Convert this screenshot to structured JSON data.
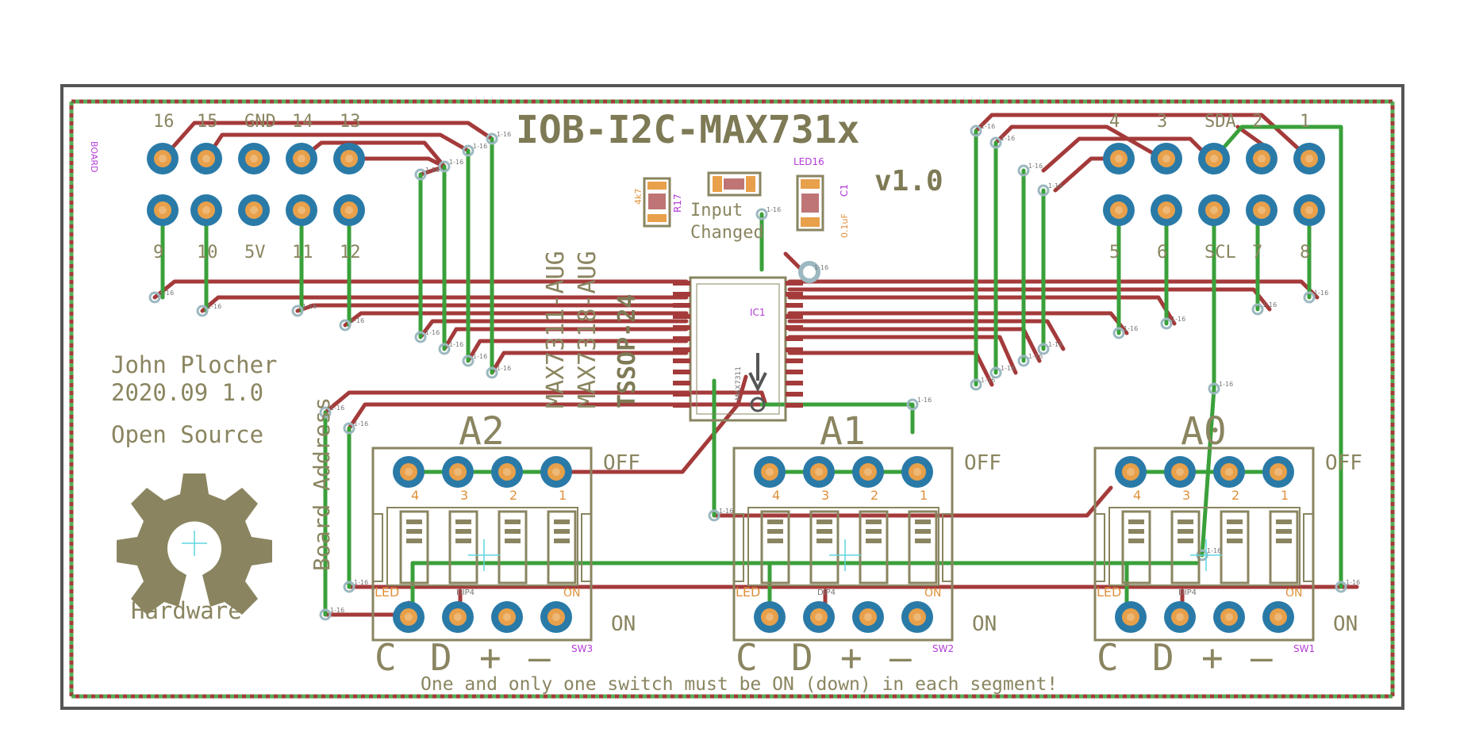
{
  "board": {
    "title": "IOB-I2C-MAX731x",
    "version": "v1.0",
    "author": "John Plocher",
    "date_line": "2020.09 1.0",
    "license": "Open Source",
    "oshw_label": "Hardware",
    "vertical_label": "BOARD",
    "side_label": "Board Address",
    "footer_note": "One and only one switch must be ON (down) in each segment!",
    "via_label": "1-16"
  },
  "header_left": {
    "top_labels": [
      "16",
      "15",
      "GND",
      "14",
      "13"
    ],
    "bottom_labels": [
      "9",
      "10",
      "5V",
      "11",
      "12"
    ]
  },
  "header_right": {
    "top_labels": [
      "4",
      "3",
      "SDA",
      "2",
      "1"
    ],
    "bottom_labels": [
      "5",
      "6",
      "SCL",
      "7",
      "8"
    ]
  },
  "ic": {
    "ref": "IC1",
    "package": "TSSOP-24",
    "part1": "MAX7311-AUG",
    "part2": "MAX7318-AUG",
    "addr_label": "MAX7311"
  },
  "components": {
    "resistor_ref": "R17",
    "resistor_value": "4k7",
    "led_ref": "LED16",
    "cap_ref": "C1",
    "cap_value": "0.1uF",
    "led_label_line1": "Input",
    "led_label_line2": "Changed"
  },
  "switches": [
    {
      "ref": "SW3",
      "title": "A2",
      "off": "OFF",
      "on": "ON",
      "on_small": "ON",
      "led": "LED",
      "num": [
        "4",
        "3",
        "2",
        "1"
      ],
      "bottom": [
        "C",
        "D",
        "+",
        "–"
      ],
      "dip": "DIP4"
    },
    {
      "ref": "SW2",
      "title": "A1",
      "off": "OFF",
      "on": "ON",
      "on_small": "ON",
      "led": "LED",
      "num": [
        "4",
        "3",
        "2",
        "1"
      ],
      "bottom": [
        "C",
        "D",
        "+",
        "–"
      ],
      "dip": "DIP4"
    },
    {
      "ref": "SW1",
      "title": "A0",
      "off": "OFF",
      "on": "ON",
      "on_small": "ON",
      "led": "LED",
      "num": [
        "4",
        "3",
        "2",
        "1"
      ],
      "bottom": [
        "C",
        "D",
        "+",
        "–"
      ],
      "dip": "DIP4"
    }
  ],
  "colors": {
    "top_copper": "#a43a3a",
    "bottom_copper": "#3aa03a",
    "pad_ring": "#2a7aa8",
    "pad_center": "#e8a04a",
    "silkscreen": "#8a8560",
    "board_outline": "#555555",
    "doc_purple": "#b23bd6",
    "via": "#9cb8c0"
  }
}
